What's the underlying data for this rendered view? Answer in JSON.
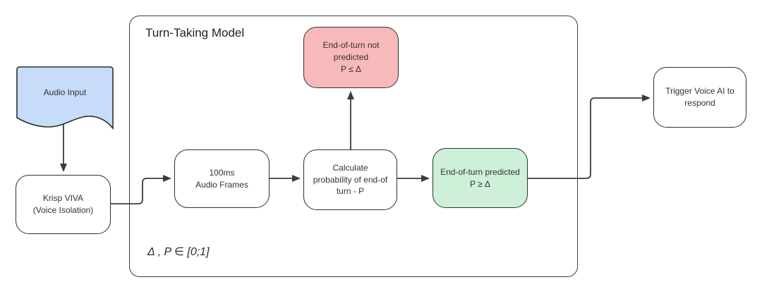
{
  "diagram": {
    "container": {
      "title": "Turn-Taking Model",
      "note": "Δ , P ∈ [0;1]"
    },
    "nodes": {
      "audio_input": {
        "label": "Audio Input",
        "fill": "#c6dcf8"
      },
      "krisp_viva": {
        "label": "Krisp VIVA\n(Voice Isolation)",
        "fill": "#ffffff"
      },
      "audio_frames": {
        "label": "100ms\nAudio Frames",
        "fill": "#ffffff"
      },
      "calculate_probability": {
        "label": "Calculate\nprobability of end-of\nturn - P",
        "fill": "#ffffff"
      },
      "end_of_turn_not_predicted": {
        "label": "End-of-turn not\npredicted\nP ≤ Δ",
        "fill": "#f8b9bb"
      },
      "end_of_turn_predicted": {
        "label": "End-of-turn predicted\nP ≥ Δ",
        "fill": "#cdf0d8"
      },
      "trigger_voice_ai": {
        "label": "Trigger Voice AI to\nrespond",
        "fill": "#ffffff"
      }
    },
    "edges": [
      {
        "from": "audio_input",
        "to": "krisp_viva"
      },
      {
        "from": "krisp_viva",
        "to": "audio_frames"
      },
      {
        "from": "audio_frames",
        "to": "calculate_probability"
      },
      {
        "from": "calculate_probability",
        "to": "end_of_turn_not_predicted"
      },
      {
        "from": "calculate_probability",
        "to": "end_of_turn_predicted"
      },
      {
        "from": "end_of_turn_predicted",
        "to": "trigger_voice_ai"
      }
    ],
    "colors": {
      "background": "#ffffff",
      "stroke": "#3c3c3c",
      "text": "#333333",
      "audio_input_blue": "#c6dcf8",
      "not_predicted_pink": "#f8b9bb",
      "predicted_green": "#cdf0d8"
    }
  }
}
